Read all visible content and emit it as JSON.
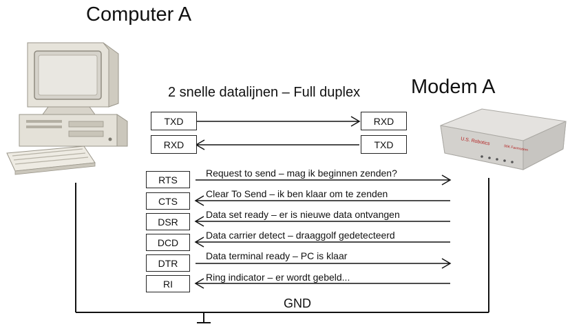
{
  "computer_label": "Computer A",
  "modem_label": "Modem A",
  "data_lines_title": "2 snelle datalijnen – Full duplex",
  "data_lines": [
    {
      "left": "TXD",
      "right": "RXD",
      "direction": "right"
    },
    {
      "left": "RXD",
      "right": "TXD",
      "direction": "left"
    }
  ],
  "control_signals": [
    {
      "name": "RTS",
      "description": "Request to send – mag ik beginnen zenden?",
      "direction": "right"
    },
    {
      "name": "CTS",
      "description": "Clear To Send – ik ben klaar om te zenden",
      "direction": "left"
    },
    {
      "name": "DSR",
      "description": "Data set ready – er is nieuwe data ontvangen",
      "direction": "left"
    },
    {
      "name": "DCD",
      "description": "Data carrier detect – draaggolf gedetecteerd",
      "direction": "left"
    },
    {
      "name": "DTR",
      "description": "Data terminal ready – PC is klaar",
      "direction": "right"
    },
    {
      "name": "RI",
      "description": "Ring indicator – er wordt gebeld...",
      "direction": "left"
    }
  ],
  "ground_label": "GND",
  "modem_brand": "U.S. Robotics",
  "modem_model": "56K Faxmodem"
}
